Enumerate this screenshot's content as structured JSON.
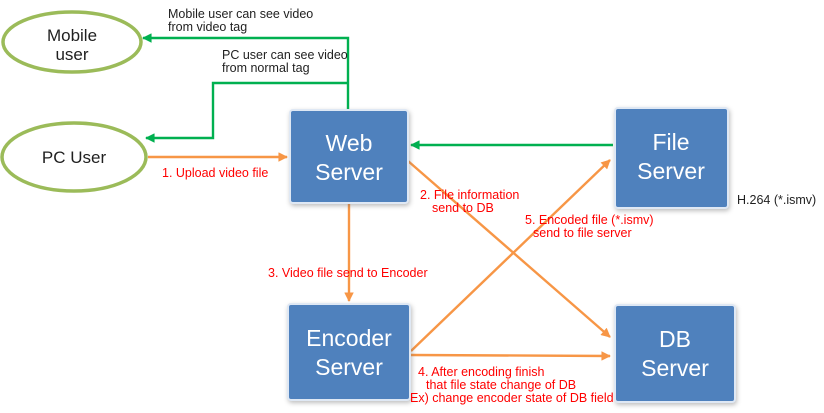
{
  "colors": {
    "box_fill": "#4f81bd",
    "box_text": "#ffffff",
    "ellipse_stroke": "#9bbb59",
    "green_arrow": "#00b050",
    "orange_arrow": "#f79646",
    "red_text": "#ff0000",
    "black_text": "#1f1f1f"
  },
  "nodes": {
    "mobile_user": {
      "line1": "Mobile",
      "line2": "user"
    },
    "pc_user": {
      "label": "PC User"
    },
    "web_server": {
      "line1": "Web",
      "line2": "Server"
    },
    "file_server": {
      "line1": "File",
      "line2": "Server"
    },
    "encoder_server": {
      "line1": "Encoder",
      "line2": "Server"
    },
    "db_server": {
      "line1": "DB",
      "line2": "Server"
    }
  },
  "annotations": {
    "mobile_tag": {
      "line1": "Mobile user can see video",
      "line2": "from video tag"
    },
    "pc_tag": {
      "line1": "PC user can see video",
      "line2": "from normal tag"
    },
    "h264": "H.264 (*.ismv)",
    "step1": "1. Upload video file",
    "step2": {
      "line1": "2. File information",
      "line2": "send to DB"
    },
    "step3": "3. Video file send to Encoder",
    "step4": {
      "line1": "4. After encoding finish",
      "line2": "that file state change of DB",
      "line3": "Ex) change encoder state of DB field"
    },
    "step5": {
      "line1": "5. Encoded file (*.ismv)",
      "line2": "send to file server"
    }
  }
}
